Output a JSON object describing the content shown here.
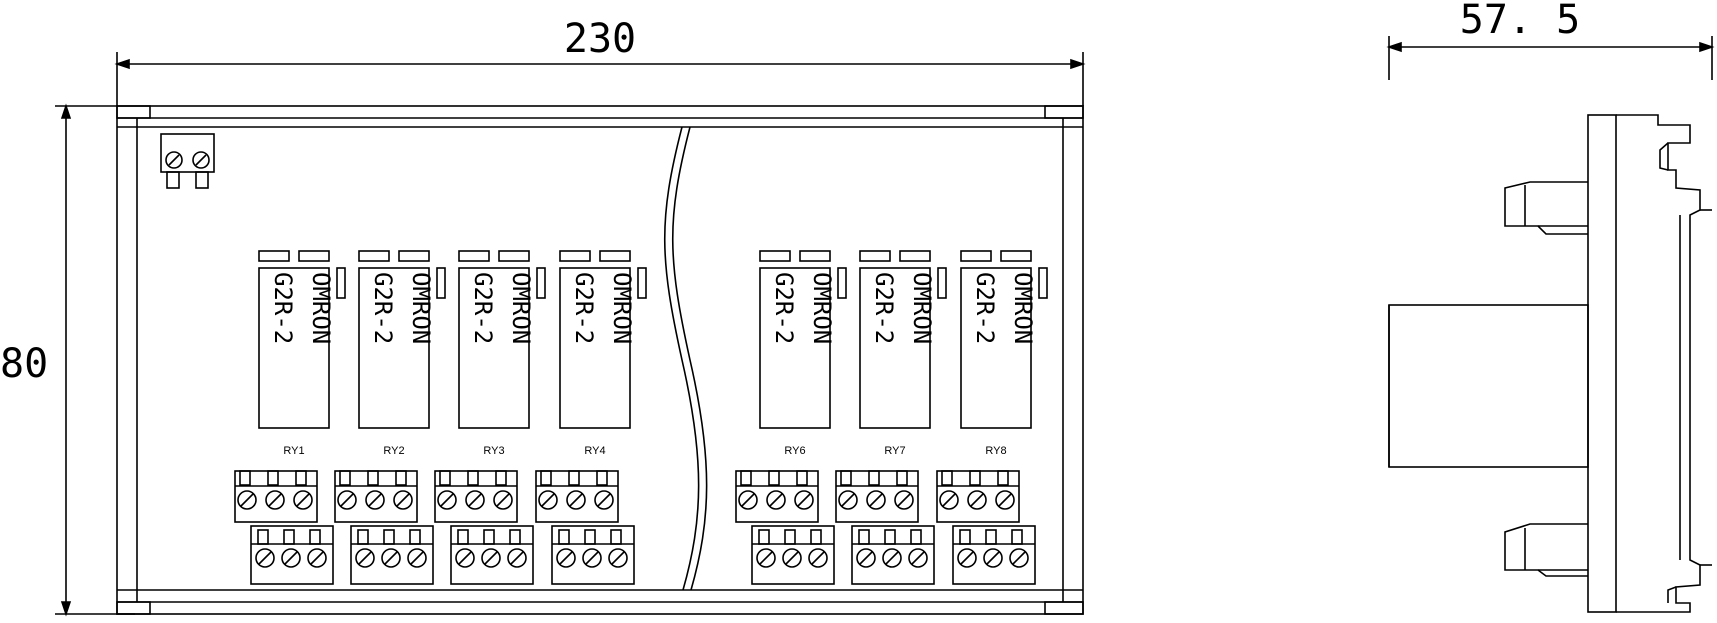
{
  "dimensions": {
    "width": "230",
    "height": "80",
    "depth": "57. 5"
  },
  "relays": [
    {
      "brand": "OMRON",
      "model": "G2R-2",
      "label": "RY1"
    },
    {
      "brand": "OMRON",
      "model": "G2R-2",
      "label": "RY2"
    },
    {
      "brand": "OMRON",
      "model": "G2R-2",
      "label": "RY3"
    },
    {
      "brand": "OMRON",
      "model": "G2R-2",
      "label": "RY4"
    },
    {
      "brand": "OMRON",
      "model": "G2R-2",
      "label": "RY6"
    },
    {
      "brand": "OMRON",
      "model": "G2R-2",
      "label": "RY7"
    },
    {
      "brand": "OMRON",
      "model": "G2R-2",
      "label": "RY8"
    }
  ],
  "colors": {
    "stroke": "#000000",
    "background": "#ffffff"
  }
}
